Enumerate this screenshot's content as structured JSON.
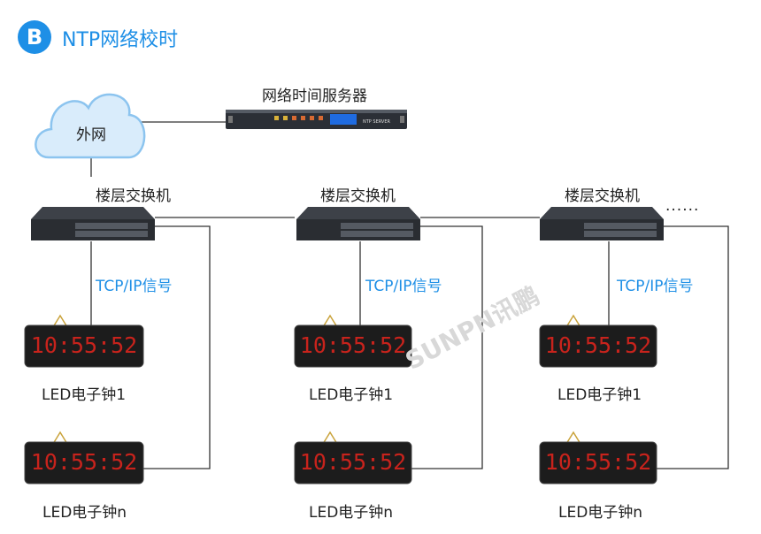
{
  "header": {
    "badge": "B",
    "title": "NTP网络校时"
  },
  "server": {
    "label": "网络时间服务器",
    "panel_text": "NTP SERVER"
  },
  "cloud": {
    "label": "外网"
  },
  "switches": [
    {
      "label": "楼层交换机"
    },
    {
      "label": "楼层交换机"
    },
    {
      "label": "楼层交换机"
    }
  ],
  "more": "······",
  "signal": "TCP/IP信号",
  "clock_time": "10:55:52",
  "clock_labels": {
    "first": "LED电子钟1",
    "last": "LED电子钟n"
  },
  "watermark": "SUNPN讯鹏",
  "colors": {
    "accent": "#1e8fe6",
    "led": "#c8231c",
    "line": "#333333"
  }
}
